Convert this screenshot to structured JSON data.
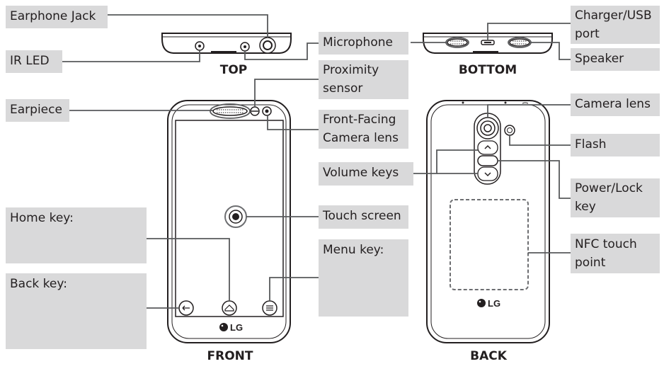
{
  "figure": {
    "view_captions": {
      "top": "TOP",
      "bottom": "BOTTOM",
      "front": "FRONT",
      "back": "BACK"
    },
    "logos": {
      "front": "LG",
      "back": "LG"
    },
    "callouts": {
      "earphone_jack": "Earphone Jack",
      "ir_led": "IR LED",
      "microphone": "Microphone",
      "charger_usb_port": "Charger/USB\nport",
      "speaker": "Speaker",
      "proximity_sensor": "Proximity\nsensor",
      "earpiece": "Earpiece",
      "camera_lens": "Camera lens",
      "front_facing_camera_lens": "Front-Facing\nCamera lens",
      "flash": "Flash",
      "volume_keys": "Volume keys",
      "power_lock_key": "Power/Lock\nkey",
      "home_key": "Home key:",
      "touch_screen": "Touch screen",
      "nfc_touch_point": "NFC touch\npoint",
      "menu_key": "Menu key:",
      "back_key": "Back key:"
    }
  },
  "colors": {
    "label_box": "#d9d9da",
    "outline": "#231f20",
    "leader": "#58595b"
  },
  "icons": [
    "earphone-jack-icon",
    "ir-led-icon",
    "microphone-icon",
    "usb-port-icon",
    "speaker-grille-icon",
    "earpiece-grille-icon",
    "proximity-sensor-icon",
    "front-camera-icon",
    "touch-point-icon",
    "back-key-icon",
    "home-key-icon",
    "menu-key-icon",
    "rear-camera-icon",
    "flash-icon",
    "volume-up-icon",
    "volume-down-icon",
    "power-key-icon",
    "nfc-area-icon",
    "lg-logo-icon"
  ]
}
